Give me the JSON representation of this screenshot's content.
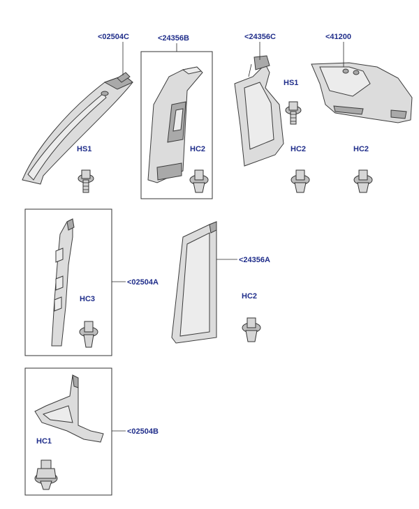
{
  "callouts": {
    "c02504c": "<02504C",
    "c24356b": "<24356B",
    "c24356c": "<24356C",
    "c41200": "<41200",
    "c02504a": "<02504A",
    "c24356a": "<24356A",
    "c02504b": "<02504B"
  },
  "fasteners": {
    "hs1_left": "HS1",
    "hs1_right": "HS1",
    "hc2_boxb": "HC2",
    "hc2_c": "HC2",
    "hc2_41200": "HC2",
    "hc3": "HC3",
    "hc2_24356a": "HC2",
    "hc1": "HC1"
  }
}
